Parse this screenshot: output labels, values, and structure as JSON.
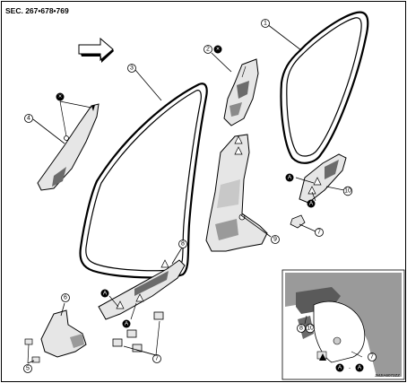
{
  "header": {
    "section_ref": "SEC. 267•678•769"
  },
  "callouts": [
    {
      "id": "c1",
      "label": "1"
    },
    {
      "id": "c2",
      "label": "2"
    },
    {
      "id": "c3",
      "label": "3"
    },
    {
      "id": "c4",
      "label": "4"
    },
    {
      "id": "c5",
      "label": "5"
    },
    {
      "id": "c6",
      "label": "6"
    },
    {
      "id": "c7a",
      "label": "7"
    },
    {
      "id": "c7b",
      "label": "7"
    },
    {
      "id": "c7c",
      "label": "7"
    },
    {
      "id": "c8a",
      "label": "8"
    },
    {
      "id": "c8b",
      "label": "8"
    },
    {
      "id": "c9",
      "label": "9"
    },
    {
      "id": "c10a",
      "label": "10"
    },
    {
      "id": "c10b",
      "label": "10"
    }
  ],
  "markers": {
    "letter_a": "A"
  },
  "inset": {
    "code": "JMJIA6072ZZ"
  },
  "colors": {
    "line": "#000000",
    "fill_light": "#e6e6e6",
    "fill_dark": "#6b6b6b",
    "inset_bg": "#9a9a9a"
  }
}
